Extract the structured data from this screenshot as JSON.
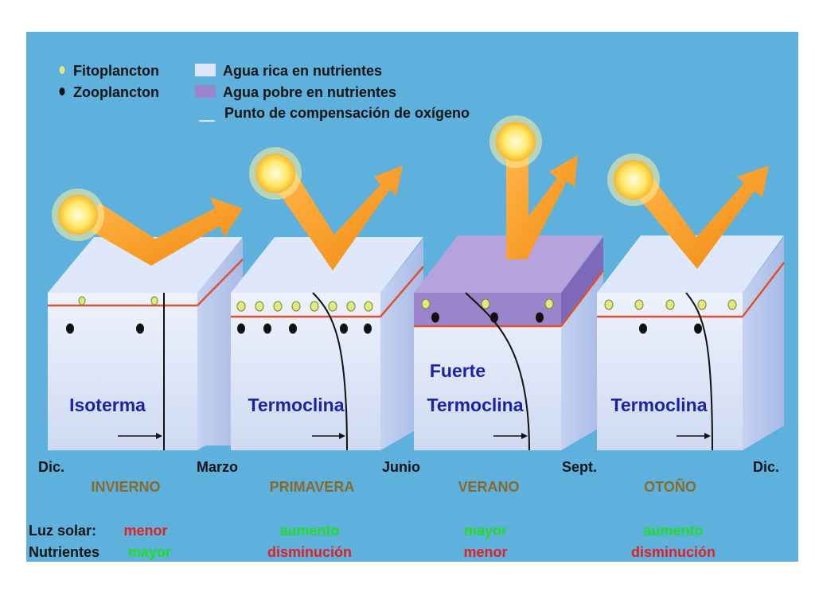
{
  "legend": {
    "fitoplancton": "Fitoplancton",
    "zooplancton": "Zooplancton",
    "rich_water": "Agua rica en nutrientes",
    "poor_water": "Agua pobre en nutrientes",
    "compensation": "Punto de compensación de oxígeno"
  },
  "months": [
    "Dic.",
    "Marzo",
    "Junio",
    "Sept.",
    "Dic."
  ],
  "seasons": [
    {
      "name": "INVIERNO",
      "label": "Isoterma",
      "label_extra": "",
      "light": "menor",
      "light_color": "#e02020",
      "nutrients": "mayor",
      "nutrients_color": "#22dd22"
    },
    {
      "name": "PRIMAVERA",
      "label": "Termoclina",
      "label_extra": "",
      "light": "aumento",
      "light_color": "#22dd22",
      "nutrients": "disminución",
      "nutrients_color": "#e02020"
    },
    {
      "name": "VERANO",
      "label": "Termoclina",
      "label_extra": "Fuerte",
      "light": "mayor",
      "light_color": "#22dd22",
      "nutrients": "menor",
      "nutrients_color": "#e02020"
    },
    {
      "name": "OTOÑO",
      "label": "Termoclina",
      "label_extra": "",
      "light": "aumento",
      "light_color": "#22dd22",
      "nutrients": "disminución",
      "nutrients_color": "#e02020"
    }
  ],
  "rows": {
    "light_label": "Luz solar:",
    "nutrients_label": "Nutrientes"
  },
  "colors": {
    "background": "#5eb1dc",
    "rich_water": "#dde6f8",
    "poor_water": "#9a84cc",
    "thermocline_line": "#e05030",
    "sun": "#ffe96a",
    "arrow": "#f59a1e",
    "label_blue": "#1a22a8",
    "season_brown": "#8a6a2a"
  }
}
